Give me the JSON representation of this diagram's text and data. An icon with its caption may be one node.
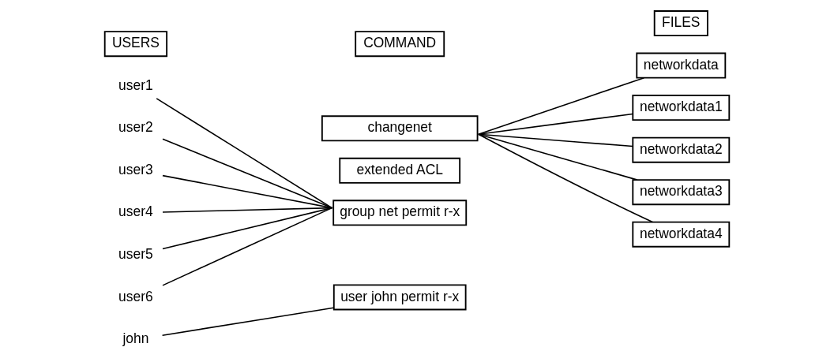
{
  "diagram": {
    "nodes": [
      {
        "text": [
          "USERS"
        ]
      },
      {
        "text": [
          "COMMAND"
        ]
      },
      {
        "text": [
          "FILES"
        ]
      },
      {
        "text": [
          "changenet"
        ]
      },
      {
        "text": [
          "extended ACL"
        ]
      },
      {
        "text": [
          "group net permit r-x"
        ]
      },
      {
        "text": [
          "user john permit r-x"
        ]
      },
      {
        "text": [
          "user1"
        ]
      },
      {
        "text": [
          "user2"
        ]
      },
      {
        "text": [
          "user3"
        ]
      },
      {
        "text": [
          "user4"
        ]
      },
      {
        "text": [
          "user5"
        ]
      },
      {
        "text": [
          "user6"
        ]
      },
      {
        "text": [
          "john"
        ]
      },
      {
        "text": [
          "networkdata"
        ]
      },
      {
        "text": [
          "networkdata1"
        ]
      },
      {
        "text": [
          "networkdata2"
        ]
      },
      {
        "text": [
          "networkdata3"
        ]
      },
      {
        "text": [
          "networkdata4"
        ]
      }
    ],
    "edges": [
      {
        "from": 7,
        "to": 5,
        "arrow": "none"
      },
      {
        "from": 8,
        "to": 5,
        "arrow": "none"
      },
      {
        "from": 9,
        "to": 5,
        "arrow": "none"
      },
      {
        "from": 10,
        "to": 5,
        "arrow": "none"
      },
      {
        "from": 11,
        "to": 5,
        "arrow": "none"
      },
      {
        "from": 12,
        "to": 5,
        "arrow": "none"
      },
      {
        "from": 13,
        "to": 6,
        "arrow": "none"
      },
      {
        "from": 3,
        "to": 14,
        "arrow": "none"
      },
      {
        "from": 3,
        "to": 15,
        "arrow": "none"
      },
      {
        "from": 3,
        "to": 16,
        "arrow": "none"
      },
      {
        "from": 3,
        "to": 17,
        "arrow": "none"
      },
      {
        "from": 3,
        "to": 18,
        "arrow": "none"
      }
    ]
  }
}
